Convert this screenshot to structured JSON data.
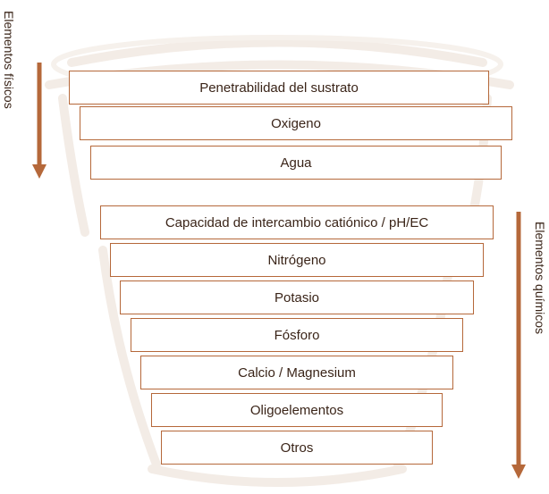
{
  "diagram": {
    "left_label": "Elementos  físicos",
    "right_label": "Elementos químicos",
    "physical_items": [
      "Penetrabilidad del sustrato",
      "Oxigeno",
      "Agua"
    ],
    "chemical_items": [
      "Capacidad de intercambio catiónico / pH/EC",
      "Nitrógeno",
      "Potasio",
      "Fósforo",
      "Calcio / Magnesium",
      "Oligoelementos",
      "Otros"
    ],
    "colors": {
      "accent": "#b5683a",
      "text": "#3a2418",
      "pot_watermark": "#f3ece6"
    }
  }
}
